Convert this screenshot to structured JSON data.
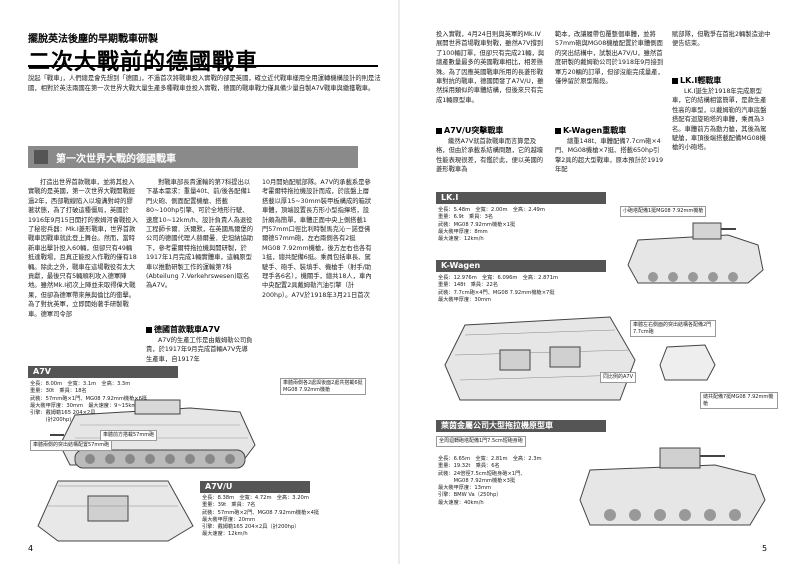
{
  "left": {
    "series": "擺脫英法後塵的早期戰車研製",
    "title": "二次大戰前的德國戰車",
    "intro": "說起「戰車」，人們總是會先想到「德國」，不過首次將戰車投入實戰的卻是英國，確立近代戰車樣用全用運轉機構設計的則是法國，相對於英法兩國在第一次世界大戰大量生產多種戰車並投入實戰，德國的戰車戰力僅具備少量自製A7V戰車與繳獲戰車。",
    "section_title": "第一次世界大戰的德國戰車",
    "col1": "打造出世界首款戰車，並將其投入實戰的是英國，第一次世界大戰開戰經過2年，西部戰線陷入以壕溝對峙的膠著狀態，為了打破這種僵局，英國於1916年9月15日開打的索姆河會戰投入了秘密兵器：Mk.I菱形戰車，世界首款戰車因戰車就此登上舞台。然而，當時新車出擊計投入60輛，但卻只有49輛抵達戰場，且真正能投入作戰的僅有18輛。除此之外，戰車在這場戰役有太大貢獻，最後只有5輛順利攻入德軍陣地。雖然Mk.I初次上陣並未取得偉大戰果，但卻為德軍帶來無與倫比的衝擊。為了對抗英軍，立即開始著手研製戰車。德軍司令部",
    "col2": "對戰車部長貴運輸的第7科提出以下基本需求：重量40t、前/後各配備1門火砲、側面配置機槍、搭載80~100hp引擎、可於全地形行駛、速度10~12km/h、設計負責人為退役工程師卡爾．沃爾默，在英國馬爾堡的公司的德國代理人赫爾曼．史坦納協助下，參考霍爾特拖拉機與開研製，於1917年1月完成1輛實體車，這輛原型車以推動研製工作的運輸第7科(Abteilung 7.Verkehrswesen)取名為A7V。",
    "h_a7v_design": "德國首款戰車A7V",
    "col2b": "A7V的生產工作是由戴姆勒公司負責，於1917年9月完成首輛A7V先導生產車，自1917年",
    "col3": "10月開始配賦部隊。A7V的承載系是參考霍爾特拖拉機設計而成，於底盤上層搭載以厚15~30mm裝甲板構成的箱狀車體，頂端設置長方形小型指揮塔，設計頗為簡單，車體正面中央上側搭載1門57mm口徑比利時製馬克沁－諾登佛爾德57mm砲，左右兩側各有2挺MG08 7.92mm機槍，後方左右也各有1挺，總共配備6挺。乘員包括車長、駕駛手、砲手、裝填手、機槍手（射手/助理手各6名），機關手，總共18人，車內中央配置2具戴姆勒汽油引擎（計200hp）。A7V於1918年3月21日首次",
    "page_num": "4",
    "fig_a7v": {
      "label": "A7V",
      "specs": [
        "全長：8.00m　全寬：3.1m　全高：3.3m",
        "重量：30t　乘員：18名",
        "武裝：57mm砲×1門、MG08 7.92mm機槍×6挺",
        "最大裝甲厚度：30mm　最大速度：9~15km/h",
        "引擎：戴姆勒165 204×2具",
        "　　　(計200hp)"
      ],
      "callout_front": "車體前方搭載57mm砲",
      "callout_rear": "車體兩側各2處與後面2處共搭載6挺MG08 7.92mm機槍",
      "callout_side": "車體兩側的突出結構配置57mm砲"
    },
    "fig_a7vu": {
      "label": "A7V/U",
      "specs": [
        "全長：8.38m　全寬：4.72m　全高：3.20m",
        "重量：39t　乘員：7名",
        "武裝：57mm砲×2門、MG08 7.92mm機槍×4挺",
        "最大裝甲厚度：20mm",
        "引擎：戴姆勒165 204×2具（計200hp）",
        "最大速度：12km/h"
      ]
    }
  },
  "right": {
    "col1": "投入實戰，4月24日則與英軍的Mk.IV展開世界首場戰車對戰，雖然A7V撐到了100輛訂單，但卻只有完成21輛，與總產數量最多的英國戰車相比，相差懸殊。為了因應英國戰車所用的長菱形戰車對抗的戰車，德國開發了A7V/U，雖然採用類似的車體結構，但後來只有完成1輛原型車。",
    "h_a7vu": "A7V/U突擊戰車",
    "col1b": "繼然A7V就首款戰車而言算是及格，但由於承載系結構問題，它的越壕性能表現很差，有鑑於此，便以英國的菱形戰車為",
    "col2": "範本，改讓履帶包覆整個車體，並將57mm砲與MG08機槍配置於車體側面的突出結構中，試製出A7V/U，雖然首度研製的戴姆勒公司於1918年9月接到軍方20輛的訂單，但卻沒能完成量產，僅停留於原型階段。",
    "h_kwagen": "K-Wagen重戰車",
    "col2b": "總重148t、車體配備7.7cm砲×4門、MG08機槍×7挺、搭載650hp引擎2具的超大型戰車，原本預計於1919年配",
    "col3": "賦部隊，但戰爭在首批2輛製造途中便告結束。",
    "h_lk1": "LK.I輕戰車",
    "col3b": "LK.I誕生於1918年完成原型車，它的結構相當簡單，是款生產性高的車型，以戴姆勒的汽車底盤搭配有迴旋砲塔的車體，乘員為3名。車體前方為動力艙，其後為駕駛艙，車頂後端搭載配備MG08機槍的小砲塔。",
    "page_num": "5",
    "fig_lk1": {
      "label": "LK.I",
      "specs": [
        "全長：5.48m　全寬：2.00m　全高：2.49m",
        "重量：6.9t　乘員：3名",
        "武裝：MG08 7.92mm機槍×1挺",
        "最大裝甲厚度：8mm",
        "最大速度：12km/h"
      ],
      "callout": "小砲塔配備1挺MG08 7.92mm機槍"
    },
    "fig_kwagen": {
      "label": "K-Wagen",
      "specs": [
        "全長：12.976m　全寬：6.096m　全高：2.871m",
        "重量：148t　乘員：22名",
        "武裝：7.7cm砲×4門、MG08 7.92mm機槍×7挺",
        "最大裝甲厚度：30mm"
      ],
      "callout_side": "車體左右側面的突出結構各配備2門7.7cm砲",
      "callout_a7v": "同比例的A7V",
      "callout_mg": "總共配備7挺MG08 7.92mm機槍"
    },
    "fig_heavy": {
      "label": "萊茵金屬公司大型拖拉機原型車",
      "callout": "全周迴轉砲塔配備1門7.5cm短砲身砲",
      "specs": [
        "全長：6.65m　全寬：2.81m　全高：2.3m",
        "重量：19.32t　乘員：6名",
        "武裝：24倍徑7.5cm短砲身砲×1門、",
        "　　　MG08 7.92mm機槍×3挺",
        "最大裝甲厚度：13mm",
        "引擎：BMW Va（250hp）",
        "最大速度：40km/h"
      ]
    }
  }
}
